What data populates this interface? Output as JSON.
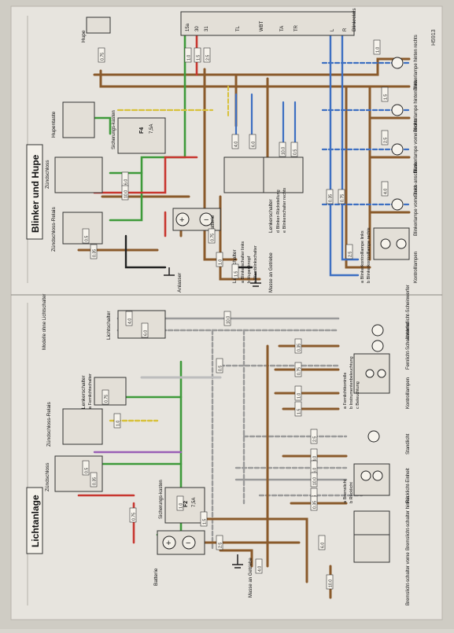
{
  "page_id": "H5913",
  "sections": {
    "top": "Blinker und Hupe",
    "bottom": "Lichtanlage"
  },
  "top_labels": {
    "hupe": "Hupe",
    "hupentaste": "Hupentaste",
    "sicherungskasten": "Sicherungs-kasten",
    "fuse": "F4",
    "fuse_rating": "7,5A",
    "zuendschloss": "Zündschloss",
    "zuendschloss_relais": "Zündschloss-Relais",
    "batterie": "Batterie",
    "anlasser": "Anlasser",
    "blinkrelais": "Blinkrelais",
    "lenkerschalter": "Lenkerschalter",
    "lenkerschalter_a": "a  Blinkerschalter links",
    "lenkerschalter_b": "b  Hupenknopf",
    "lenkerschalter_c": "c  Warnblinkschalter",
    "lenkerschalter_rechts": "Lenkerschalter",
    "lenkerschalter_rechts_d": "d  Blinker-Rückstellung",
    "lenkerschalter_rechts_e": "e  Blinkerschalter rechts",
    "masse": "Masse an Getriebe",
    "blinker_hinten_rechts": "Blinkerlampe hinten rechts",
    "blinker_hinten_links": "Blinkerlampe hinten links",
    "blinker_vorne_rechts": "Blinkerlampe vorne rechts",
    "steck_anschluss": "Steck-anschluss",
    "blinker_vorne_links": "Blinkerlampe vorne links",
    "kontrolllampen": "Kontrolllampen",
    "kontroll_a": "a  Blinkerkontrolllampe links",
    "kontroll_b": "b  Blinkerkontrolllampe rechts"
  },
  "bottom_labels": {
    "modelle": "Modelle ohne Lichtschalter",
    "lichtschalter": "Lichtschalter",
    "abblendlicht": "Abblendlicht-Scheinwerfer",
    "fernlicht": "Fernlicht-Scheinwerfer",
    "lenkerschalter": "Lenkerschalter",
    "lenkerschalter_a": "a  Fernlichtschalter",
    "kontrolllampen": "Kontrolllampen",
    "kontroll_a": "a  Fernlichtkontrolle",
    "kontroll_b": "b  Instrumentenbeleuchtung",
    "kontroll_c": "c  Beleuchtung",
    "zuendschloss_relais": "Zündschloss-Relais",
    "standlicht": "Standlicht",
    "zuendschloss": "Zündschloss",
    "sicherungskasten": "Sicherungs-kasten",
    "fuse": "F2",
    "fuse_rating": "7,5A",
    "rueckleuchten": "Rücklicht-Einheit",
    "rueck_a": "a  Bremslicht",
    "rueck_b": "b  Rücklicht",
    "bremslichtschalter_hinten": "Bremslicht-schalter hinten",
    "bremslichtschalter_vorne": "Bremslicht-schalter vorne",
    "batterie": "Batterie",
    "masse": "Masse an Getriebe"
  },
  "pin_labels_top": [
    "15a",
    "30",
    "31",
    "TL",
    "WBT",
    "TA",
    "TR",
    "L",
    "R"
  ],
  "wire_tags": [
    "0.75",
    "1.0",
    "1.5",
    "2.5",
    "4.0",
    "6.0",
    "10.0",
    "0.5",
    "0.35"
  ],
  "colors": {
    "brown": "#8a5a2b",
    "green": "#3e9a3a",
    "red": "#c8362f",
    "blue": "#3d6fc2",
    "grey": "#8f8f8f",
    "yellow": "#d8c13a",
    "black": "#222222",
    "paper": "#e7e4de"
  }
}
